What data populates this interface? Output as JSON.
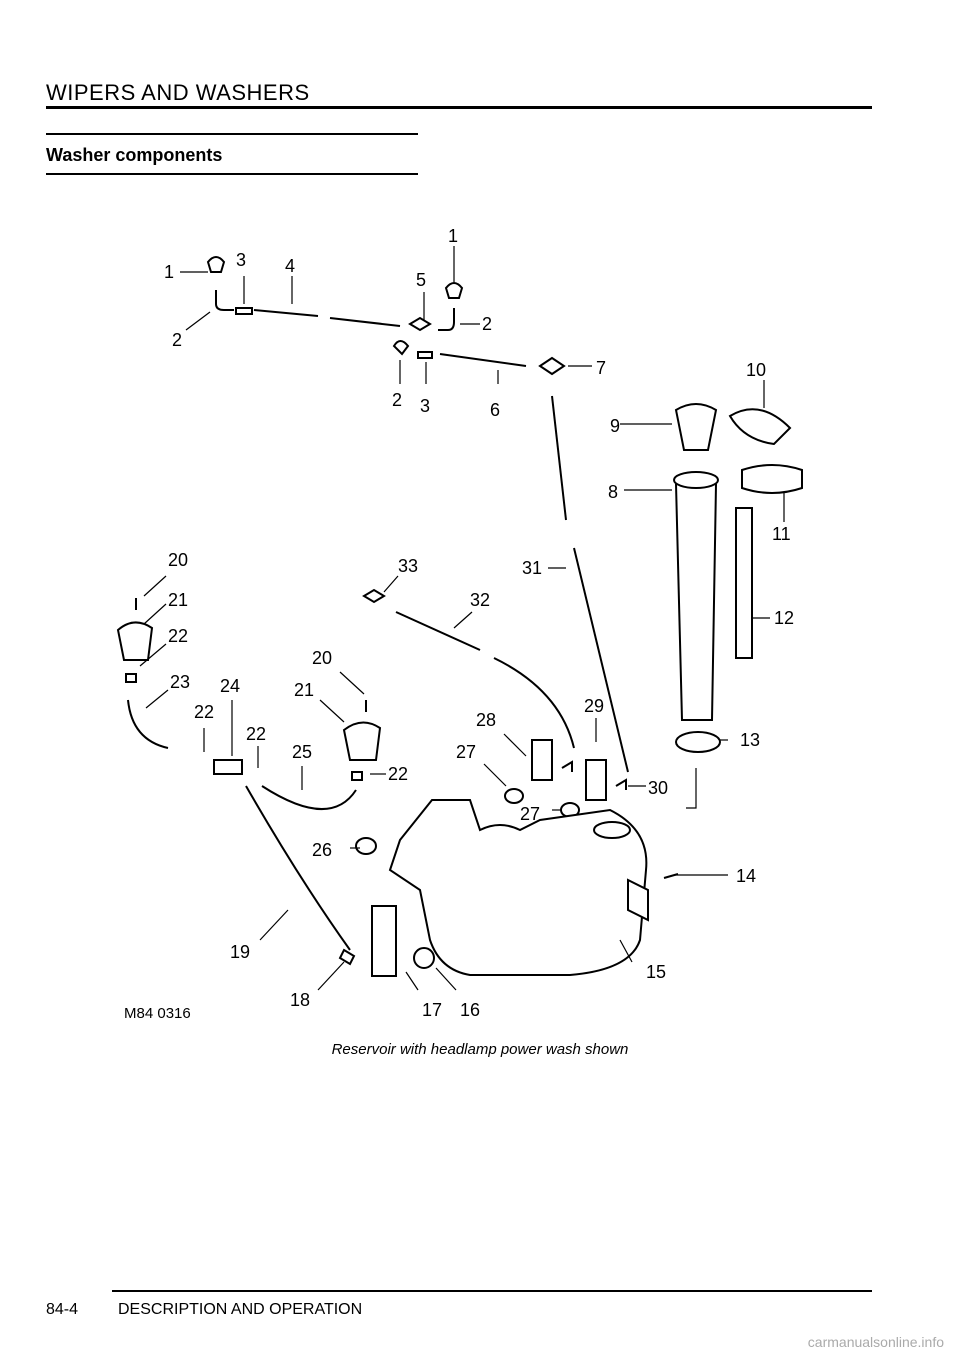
{
  "header": {
    "title": "WIPERS AND WASHERS"
  },
  "section": {
    "title": "Washer components"
  },
  "diagram": {
    "figure_code": "M84 0316",
    "caption": "Reservoir with headlamp power wash shown",
    "callouts": [
      {
        "id": "c-1a",
        "label": "1"
      },
      {
        "id": "c-1b",
        "label": "1"
      },
      {
        "id": "c-2a",
        "label": "2"
      },
      {
        "id": "c-2b",
        "label": "2"
      },
      {
        "id": "c-2c",
        "label": "2"
      },
      {
        "id": "c-3a",
        "label": "3"
      },
      {
        "id": "c-3b",
        "label": "3"
      },
      {
        "id": "c-4",
        "label": "4"
      },
      {
        "id": "c-5",
        "label": "5"
      },
      {
        "id": "c-6",
        "label": "6"
      },
      {
        "id": "c-7",
        "label": "7"
      },
      {
        "id": "c-8",
        "label": "8"
      },
      {
        "id": "c-9",
        "label": "9"
      },
      {
        "id": "c-10",
        "label": "10"
      },
      {
        "id": "c-11",
        "label": "11"
      },
      {
        "id": "c-12",
        "label": "12"
      },
      {
        "id": "c-13",
        "label": "13"
      },
      {
        "id": "c-14",
        "label": "14"
      },
      {
        "id": "c-15",
        "label": "15"
      },
      {
        "id": "c-16",
        "label": "16"
      },
      {
        "id": "c-17",
        "label": "17"
      },
      {
        "id": "c-18",
        "label": "18"
      },
      {
        "id": "c-19",
        "label": "19"
      },
      {
        "id": "c-20a",
        "label": "20"
      },
      {
        "id": "c-20b",
        "label": "20"
      },
      {
        "id": "c-21a",
        "label": "21"
      },
      {
        "id": "c-21b",
        "label": "21"
      },
      {
        "id": "c-22a",
        "label": "22"
      },
      {
        "id": "c-22b",
        "label": "22"
      },
      {
        "id": "c-22c",
        "label": "22"
      },
      {
        "id": "c-22d",
        "label": "22"
      },
      {
        "id": "c-23",
        "label": "23"
      },
      {
        "id": "c-24",
        "label": "24"
      },
      {
        "id": "c-25",
        "label": "25"
      },
      {
        "id": "c-26",
        "label": "26"
      },
      {
        "id": "c-27a",
        "label": "27"
      },
      {
        "id": "c-27b",
        "label": "27"
      },
      {
        "id": "c-28",
        "label": "28"
      },
      {
        "id": "c-29",
        "label": "29"
      },
      {
        "id": "c-30",
        "label": "30"
      },
      {
        "id": "c-31",
        "label": "31"
      },
      {
        "id": "c-32",
        "label": "32"
      },
      {
        "id": "c-33",
        "label": "33"
      }
    ]
  },
  "footer": {
    "page_number": "84-4",
    "section_name": "DESCRIPTION AND OPERATION"
  },
  "watermark": {
    "text": "carmanualsonline.info"
  }
}
